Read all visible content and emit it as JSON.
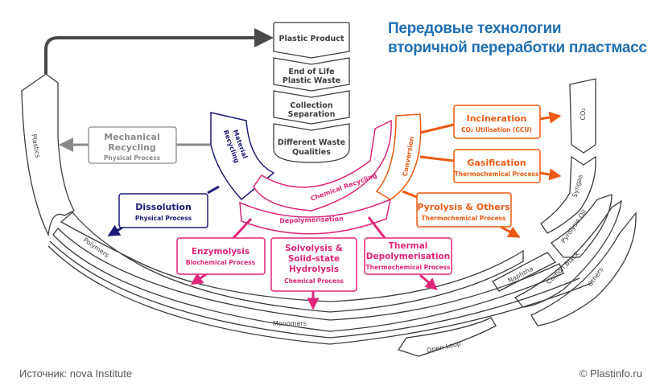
{
  "title": {
    "line1": "Передовые технологии",
    "line2": "вторичной переработки пластмасс",
    "color": "#1f6fb5"
  },
  "footer": {
    "source": "Источник: nova Institute",
    "copyright": "© Plastinfo.ru"
  },
  "colors": {
    "neutral": "#3c3c3c",
    "mechanical": "#8a8a8a",
    "material": "#1b1a7a",
    "chemical": "#e0257a",
    "conversion": "#ec5a12"
  },
  "flow": {
    "plastic_product": "Plastic Product",
    "end_of_life_1": "End of Life",
    "end_of_life_2": "Plastic Waste",
    "collection_1": "Collection",
    "collection_2": "Separation",
    "different_1": "Different Waste",
    "different_2": "Qualities"
  },
  "mechanical": {
    "title_1": "Mechanical",
    "title_2": "Recycling",
    "subtitle": "Physical Process"
  },
  "material_recycling": {
    "line1": "Material",
    "line2": "Recycling"
  },
  "chemical_recycling": "Chemical Recycling",
  "depolymerisation": "Depolymerisation",
  "conversion": "Conversion",
  "dissolution": {
    "title": "Dissolution",
    "subtitle": "Physical Process"
  },
  "enzymolysis": {
    "title": "Enzymolysis",
    "subtitle": "Biochemical Process"
  },
  "solvolysis": {
    "title_1": "Solvolysis &",
    "title_2": "Solid-state",
    "title_3": "Hydrolysis",
    "subtitle": "Chemical Process"
  },
  "thermal": {
    "title_1": "Thermal",
    "title_2": "Depolymerisation",
    "subtitle": "Thermochemical Process"
  },
  "incineration": {
    "title": "Incineration",
    "subtitle": "CO₂ Utilisation (CCU)"
  },
  "gasification": {
    "title": "Gasification",
    "subtitle": "Thermochemical Process"
  },
  "pyrolysis": {
    "title": "Pyrolysis & Others",
    "subtitle": "Thermochemical Process"
  },
  "outputs": {
    "plastics": "Plastics",
    "polymers": "Polymers",
    "monomers": "Monomers",
    "open_loop": "Open Loop",
    "co2": "CO₂",
    "syngas": "Syngas",
    "pyrolysis_oil": "Pyrolysis Oil",
    "naphtha": "Naphtha",
    "carbon_black": "Carbon Black",
    "others": "Others"
  }
}
